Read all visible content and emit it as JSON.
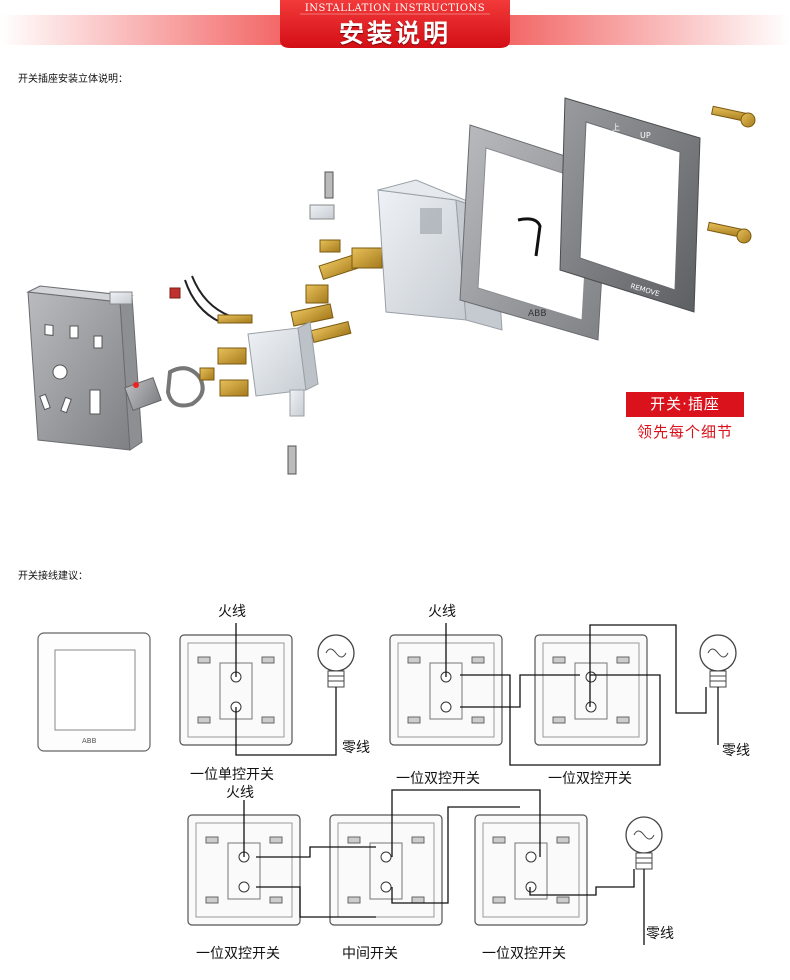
{
  "banner": {
    "title_en": "INSTALLATION INSTRUCTIONS",
    "title_cn": "安装说明"
  },
  "section_3d": {
    "label": "开关插座安装立体说明："
  },
  "promo": {
    "tag": "开关·插座",
    "subtitle": "领先每个细节"
  },
  "frame_text": {
    "up_cn": "上",
    "up_en": "UP",
    "remove": "REMOVE",
    "brand": "ABB"
  },
  "section_wiring": {
    "label": "开关接线建议："
  },
  "wiring": {
    "live_wire": "火线",
    "neutral_wire": "零线",
    "single_pole": "一位单控开关",
    "two_way": "一位双控开关",
    "intermediate": "中间开关"
  },
  "colors": {
    "banner_red": "#e4161d",
    "tag_red": "#d9121c",
    "brass": "#c99a2e",
    "frame_grey": "#8a8c8f"
  }
}
